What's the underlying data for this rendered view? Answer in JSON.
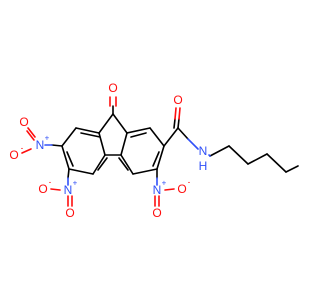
{
  "colors": {
    "carbon": "#000000",
    "oxygen": "#ff0d0d",
    "nitrogen": "#3050f8",
    "background": "#ffffff"
  },
  "labels": {
    "ketone_o": "O",
    "amide_o": "O",
    "amide_n": "N",
    "amide_h": "H",
    "nitro1_n": "N",
    "nitro1_o_top": "O",
    "nitro1_o_left": "O",
    "nitro2_n": "N",
    "nitro2_o_left": "O",
    "nitro2_o_bottom": "O",
    "nitro3_n": "N",
    "nitro3_o_bottom": "O",
    "nitro3_o_right": "O",
    "plus": "+",
    "minus": "-"
  }
}
